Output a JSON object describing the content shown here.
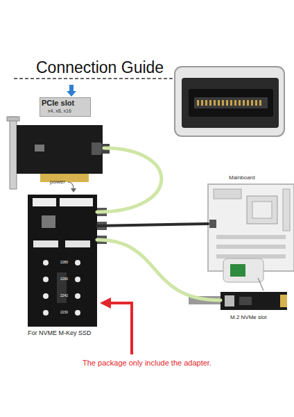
{
  "diagram": {
    "title": "Connection Guide",
    "nodes": [
      {
        "text": [
          "PCIe slot",
          "x4, x8, x16"
        ]
      },
      {
        "text": [
          "Mainboard"
        ]
      },
      {
        "text": [
          "For NVME M-Key SSD"
        ]
      },
      {
        "text": [
          "M.2 NVMe slot"
        ]
      }
    ],
    "edges": [
      {
        "from": 0,
        "to": 2,
        "arrow": "none"
      },
      {
        "from": 2,
        "to": 1,
        "arrow": "none"
      },
      {
        "from": 2,
        "to": 3,
        "arrow": "none"
      }
    ],
    "labels": [
      "power",
      "2280",
      "2260",
      "2242",
      "2230",
      "The package only include the adapter."
    ]
  }
}
